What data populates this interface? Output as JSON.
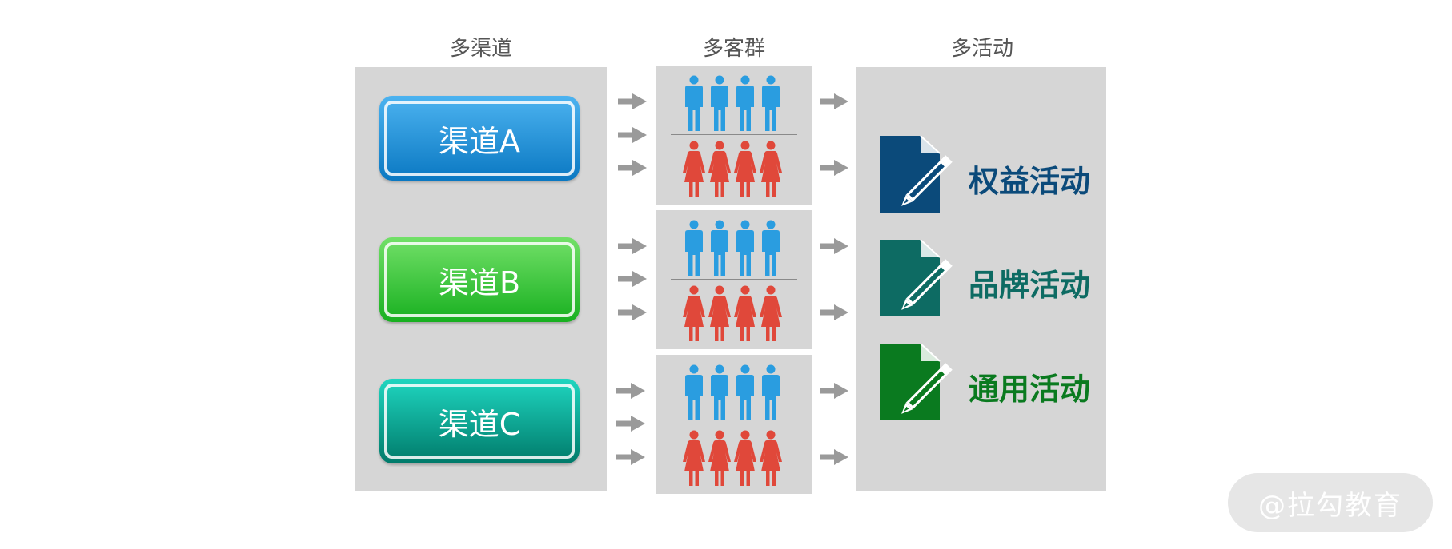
{
  "columns": {
    "channels_title": "多渠道",
    "groups_title": "多客群",
    "activities_title": "多活动"
  },
  "channels": [
    {
      "label": "渠道A"
    },
    {
      "label": "渠道B"
    },
    {
      "label": "渠道C"
    }
  ],
  "activities": [
    {
      "label": "权益活动"
    },
    {
      "label": "品牌活动"
    },
    {
      "label": "通用活动"
    }
  ],
  "colors": {
    "channel_a": "#1a8fd6",
    "channel_b": "#34c634",
    "channel_c": "#0fa58f",
    "male_figure": "#2a9de0",
    "female_figure": "#e0483a",
    "arrow": "#9a9a9a",
    "activity_1": "#0b4a7a",
    "activity_2": "#0d6b63",
    "activity_3": "#0a7a1f"
  },
  "icons": {
    "arrow": "arrow-right-icon",
    "male": "male-person-icon",
    "female": "female-person-icon",
    "document": "document-pen-icon"
  },
  "watermark": "@拉勾教育"
}
